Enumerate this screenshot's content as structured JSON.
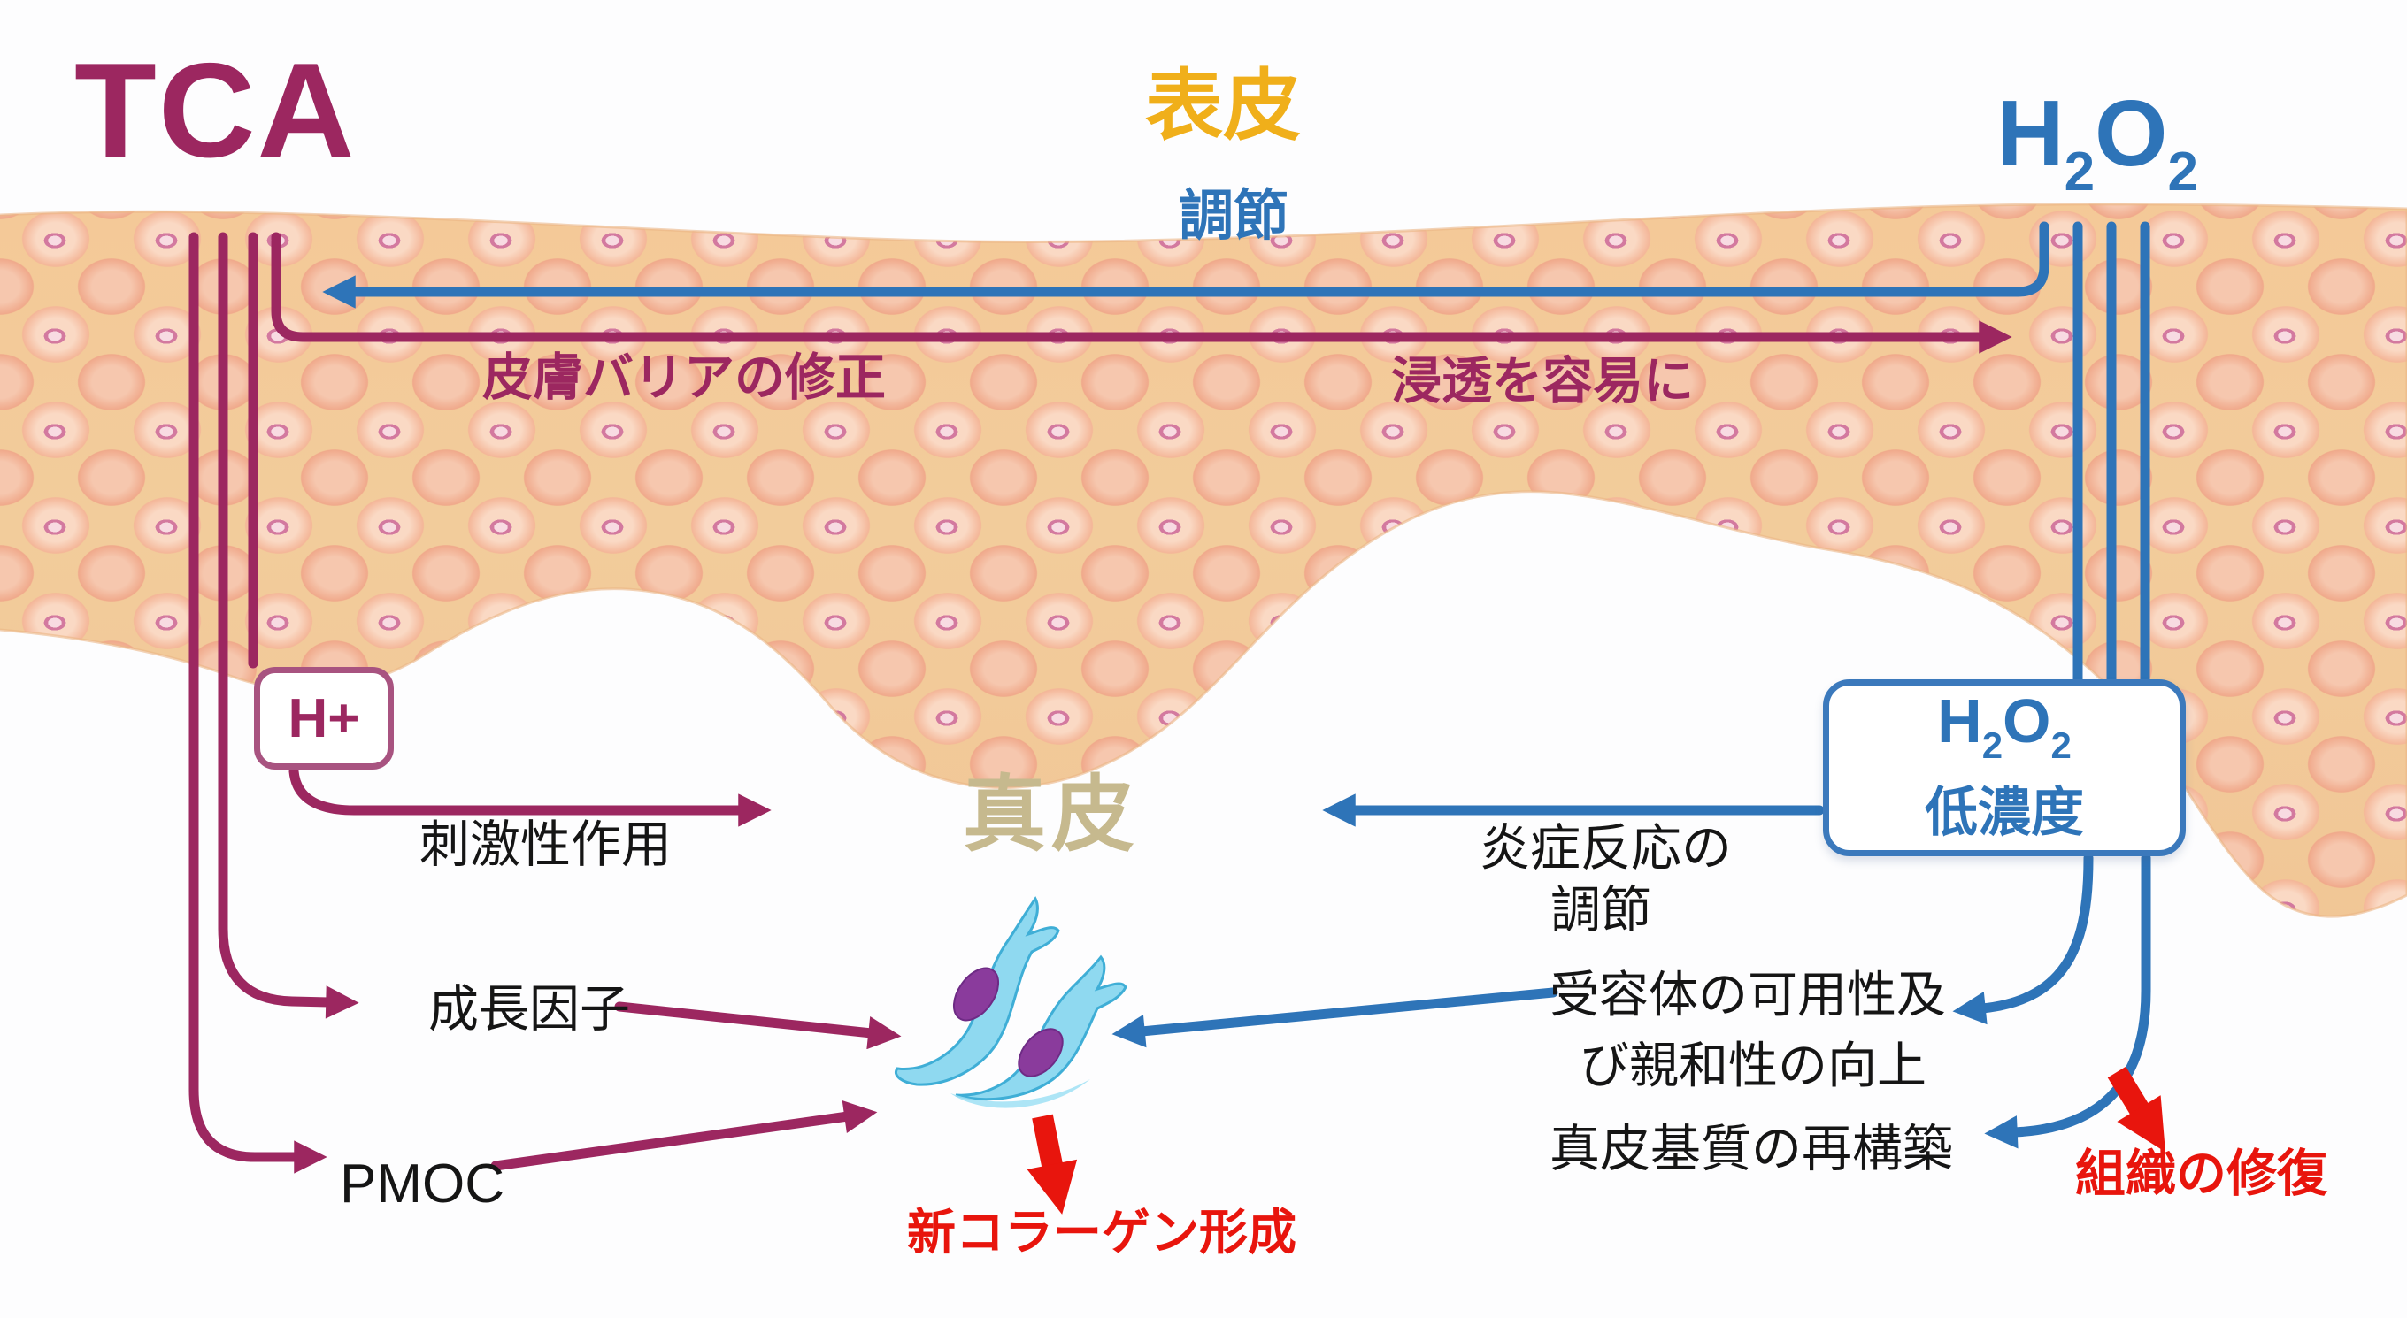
{
  "colors": {
    "maroon": "#9C2760",
    "blue": "#2E74B8",
    "gold": "#F0AF1A",
    "tan": "#C6B98E",
    "red": "#E8150D",
    "text": "#151515"
  },
  "chem": {
    "h": "H",
    "o": "O",
    "sub": "2"
  },
  "labels": {
    "tca": "TCA",
    "epidermis": "表皮",
    "regulation_top": "調節",
    "barrier": "皮膚バリアの修正",
    "penetration": "浸透を容易に",
    "h_plus": "H+",
    "irritant": "刺激性作用",
    "dermis": "真皮",
    "inflammation_1": "炎症反応の",
    "inflammation_2": "調節",
    "box_concentration": "低濃度",
    "growth_factor": "成長因子",
    "receptor_1": "受容体の可用性及",
    "receptor_2": "び親和性の向上",
    "pmoc": "PMOC",
    "matrix": "真皮基質の再構築",
    "new_collagen": "新コラーゲン形成",
    "tissue_repair": "組織の修復"
  }
}
